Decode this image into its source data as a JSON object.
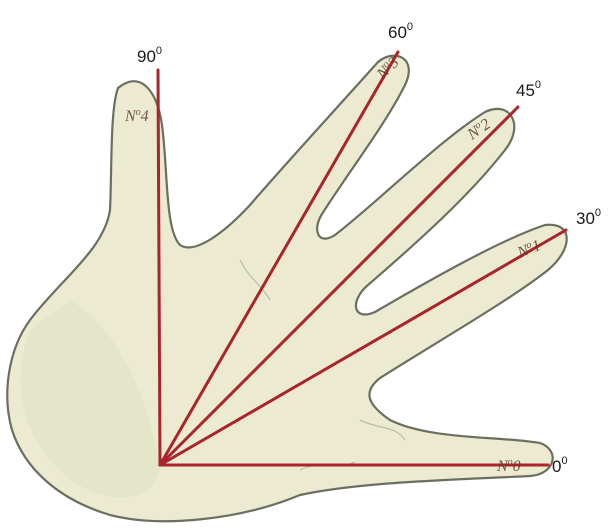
{
  "colors": {
    "skin": "#ecebd2",
    "skin_shade": "#dfe3c4",
    "outline": "#6b6f60",
    "ray": "#a9252b",
    "label": "#1a1a1a"
  },
  "angles": [
    {
      "value": "0",
      "unit": "0",
      "finger": "N",
      "finger_sup": "o",
      "finger_num": "0"
    },
    {
      "value": "30",
      "unit": "0",
      "finger": "N",
      "finger_sup": "o",
      "finger_num": "1"
    },
    {
      "value": "45",
      "unit": "0",
      "finger": "N",
      "finger_sup": "o",
      "finger_num": "2"
    },
    {
      "value": "60",
      "unit": "0",
      "finger": "N",
      "finger_sup": "o",
      "finger_num": "3"
    },
    {
      "value": "90",
      "unit": "0",
      "finger": "N",
      "finger_sup": "o",
      "finger_num": "4"
    }
  ]
}
